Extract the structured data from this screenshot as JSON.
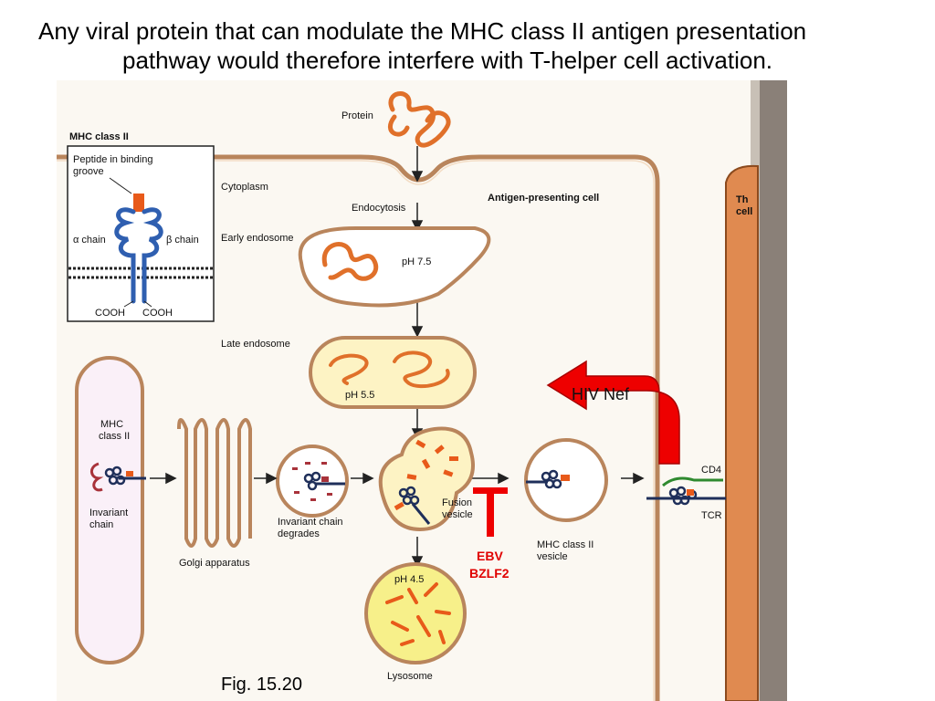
{
  "slide": {
    "title_line1": "Any viral protein that can modulate the MHC class II antigen presentation",
    "title_line2": "pathway would therefore interfere with T-helper cell activation.",
    "caption": "Fig. 15.20"
  },
  "inset": {
    "heading": "MHC class II",
    "peptide_line1": "Peptide in binding",
    "peptide_line2": "groove",
    "alpha_chain": "α chain",
    "beta_chain": "β chain",
    "cooh_left": "COOH",
    "cooh_right": "COOH"
  },
  "labels": {
    "protein": "Protein",
    "cytoplasm": "Cytoplasm",
    "endocytosis": "Endocytosis",
    "apc": "Antigen-presenting cell",
    "early_endosome": "Early endosome",
    "ph_early": "pH 7.5",
    "late_endosome": "Late endosome",
    "ph_late": "pH 5.5",
    "er_mhc_line1": "MHC",
    "er_mhc_line2": "class II",
    "invariant_line1": "Invariant",
    "invariant_line2": "chain",
    "golgi": "Golgi apparatus",
    "degrades_line1": "Invariant chain",
    "degrades_line2": "degrades",
    "fusion_line1": "Fusion",
    "fusion_line2": "vesicle",
    "vesicle_line1": "MHC class II",
    "vesicle_line2": "vesicle",
    "ph_lysosome": "pH 4.5",
    "lysosome": "Lysosome",
    "cd4": "CD4",
    "tcr": "TCR",
    "th_line1": "Th",
    "th_line2": "cell"
  },
  "annotations": {
    "hiv_nef": "HIV Nef",
    "ebv_line1": "EBV",
    "ebv_line2": "BZLF2"
  },
  "colors": {
    "protein": "#e0702a",
    "membrane": "#b9855c",
    "compartment_fill": "#fdf3c4",
    "mhc_blue": "#2f5fb0",
    "peptide": "#e85a1a",
    "invariant": "#a8323a",
    "annotation_red": "#ee0000",
    "th_cell": "#e08a50"
  }
}
